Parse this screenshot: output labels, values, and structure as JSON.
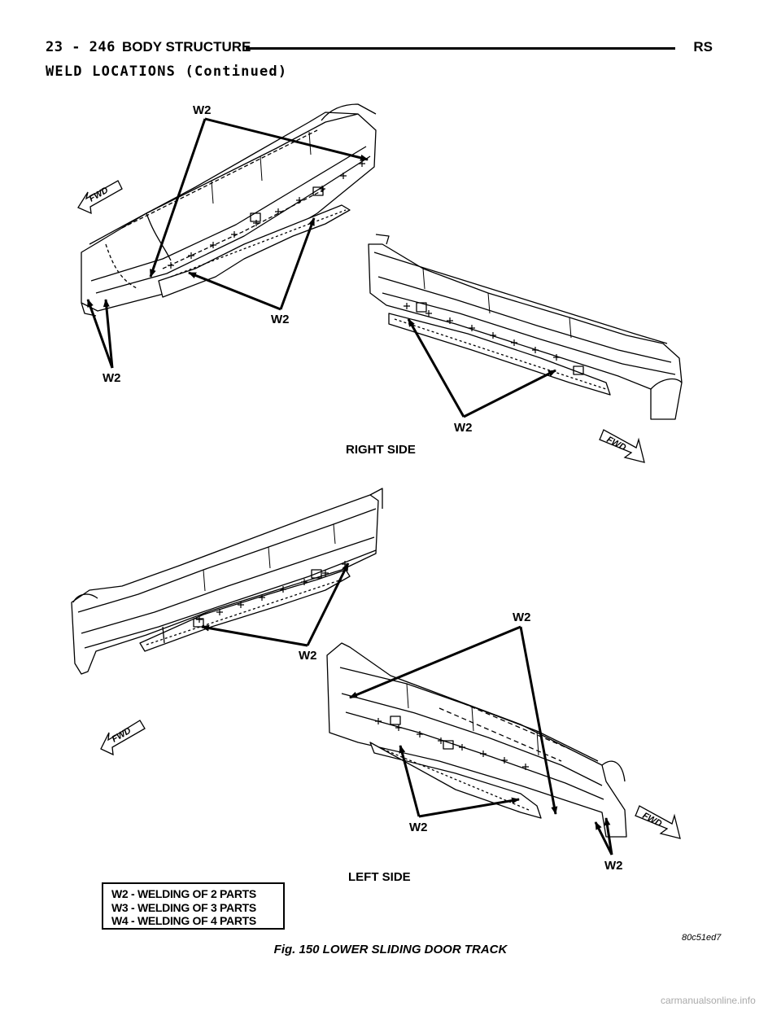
{
  "header": {
    "page_number": "23 - 246",
    "section_title": "BODY STRUCTURE",
    "model_code": "RS"
  },
  "section_heading": "WELD LOCATIONS (Continued)",
  "figure": {
    "callouts": {
      "w2_label": "W2",
      "fwd_label": "FWD"
    },
    "right_side_label": "RIGHT SIDE",
    "left_side_label": "LEFT SIDE",
    "legend": [
      "W2 - WELDING OF 2 PARTS",
      "W3 - WELDING OF 3 PARTS",
      "W4 - WELDING OF 4 PARTS"
    ],
    "figure_id": "80c51ed7",
    "caption": "Fig. 150 LOWER SLIDING DOOR TRACK"
  },
  "footer": {
    "watermark": "carmanualsonline.info"
  }
}
